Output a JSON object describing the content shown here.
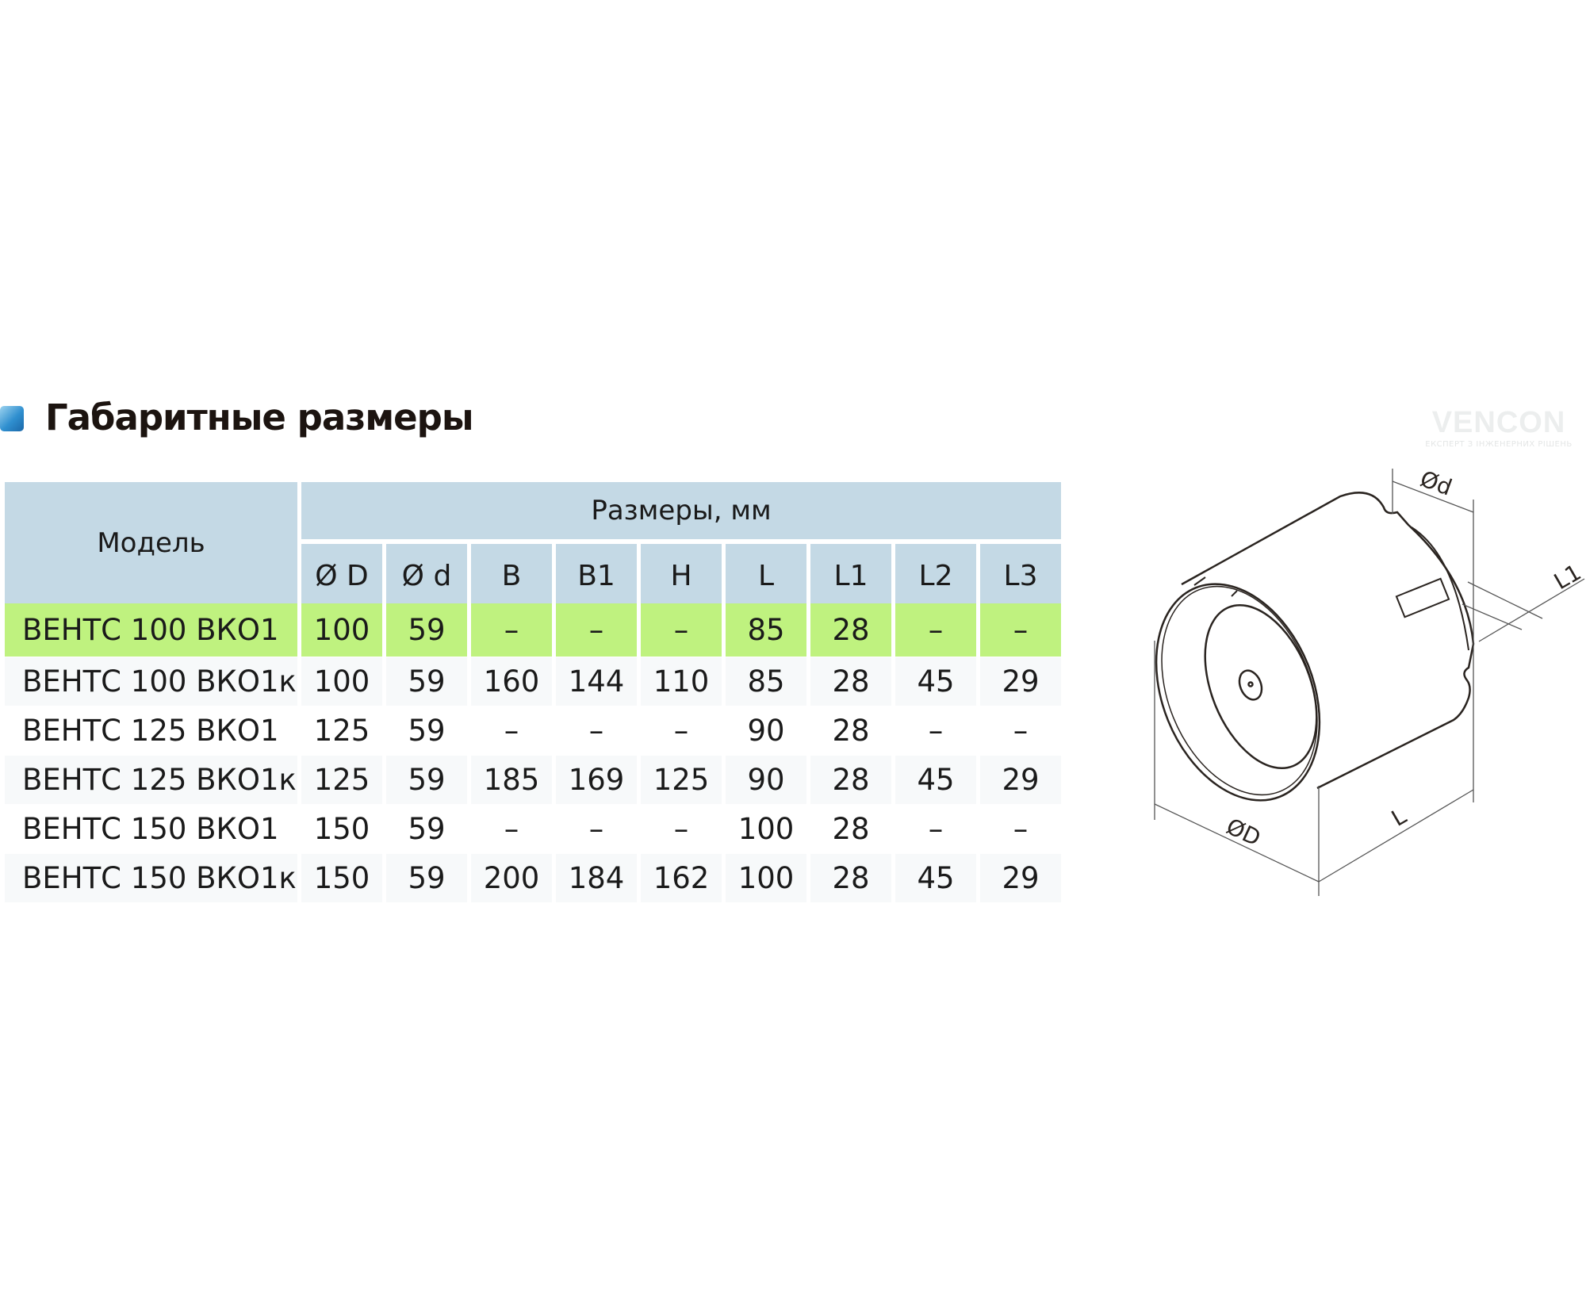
{
  "title": "Габаритные размеры",
  "logo": {
    "name": "VENCON",
    "tagline": "ЕКСПЕРТ З ІНЖЕНЕРНИХ РІШЕНЬ"
  },
  "colors": {
    "header": "#c4d9e5",
    "highlight": "#bff27f",
    "accent_icon": "#2f8fcf"
  },
  "table": {
    "model_header": "Модель",
    "group_header": "Размеры, мм",
    "columns": [
      "Ø D",
      "Ø d",
      "B",
      "B1",
      "H",
      "L",
      "L1",
      "L2",
      "L3"
    ],
    "rows": [
      {
        "model": "ВЕНТС 100 ВКО1",
        "values": [
          "100",
          "59",
          "–",
          "–",
          "–",
          "85",
          "28",
          "–",
          "–"
        ]
      },
      {
        "model": "ВЕНТС 100 ВКО1к",
        "values": [
          "100",
          "59",
          "160",
          "144",
          "110",
          "85",
          "28",
          "45",
          "29"
        ]
      },
      {
        "model": "ВЕНТС 125 ВКО1",
        "values": [
          "125",
          "59",
          "–",
          "–",
          "–",
          "90",
          "28",
          "–",
          "–"
        ]
      },
      {
        "model": "ВЕНТС 125 ВКО1к",
        "values": [
          "125",
          "59",
          "185",
          "169",
          "125",
          "90",
          "28",
          "45",
          "29"
        ]
      },
      {
        "model": "ВЕНТС 150 ВКО1",
        "values": [
          "150",
          "59",
          "–",
          "–",
          "–",
          "100",
          "28",
          "–",
          "–"
        ]
      },
      {
        "model": "ВЕНТС 150 ВКО1к",
        "values": [
          "150",
          "59",
          "200",
          "184",
          "162",
          "100",
          "28",
          "45",
          "29"
        ]
      }
    ]
  },
  "diagram": {
    "labels": {
      "D": "ØD",
      "d": "Ød",
      "L": "L",
      "L1": "L1"
    }
  }
}
